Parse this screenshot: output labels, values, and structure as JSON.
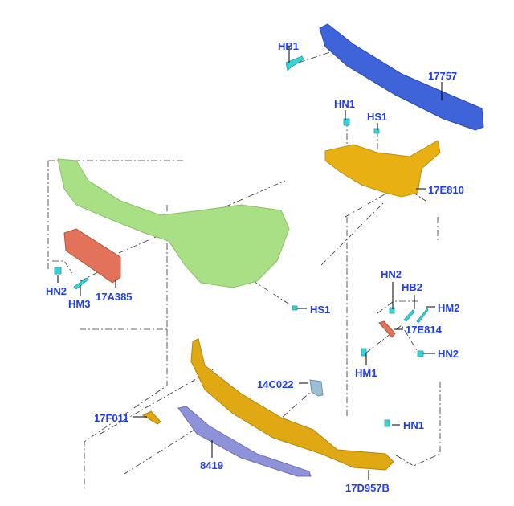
{
  "diagram": {
    "colors": {
      "label": "#1f3cf5",
      "reinforcement": "#3f63d8",
      "bumper_cover": "#a9df85",
      "bracket_orange": "#e8b012",
      "bracket_red": "#e2735a",
      "fastener": "#39d2d6",
      "valance": "#e0a812",
      "deflector": "#8e92d8",
      "bracket_small": "#9cbfd6"
    },
    "labels": [
      {
        "id": "hb1",
        "text": "HB1"
      },
      {
        "id": "p17757",
        "text": "17757"
      },
      {
        "id": "hn1_top",
        "text": "HN1"
      },
      {
        "id": "hs1_top",
        "text": "HS1"
      },
      {
        "id": "p17e810",
        "text": "17E810"
      },
      {
        "id": "hn2_left",
        "text": "HN2"
      },
      {
        "id": "hm3",
        "text": "HM3"
      },
      {
        "id": "p17a385",
        "text": "17A385"
      },
      {
        "id": "hs1_mid",
        "text": "HS1"
      },
      {
        "id": "hn2_right_top",
        "text": "HN2"
      },
      {
        "id": "hb2",
        "text": "HB2"
      },
      {
        "id": "hm2",
        "text": "HM2"
      },
      {
        "id": "p17e814",
        "text": "17E814"
      },
      {
        "id": "hn2_right_bottom",
        "text": "HN2"
      },
      {
        "id": "hm1",
        "text": "HM1"
      },
      {
        "id": "p14c022",
        "text": "14C022"
      },
      {
        "id": "p17f011",
        "text": "17F011"
      },
      {
        "id": "hn1_bottom",
        "text": "HN1"
      },
      {
        "id": "p8419",
        "text": "8419"
      },
      {
        "id": "p17d957b",
        "text": "17D957B"
      }
    ]
  }
}
